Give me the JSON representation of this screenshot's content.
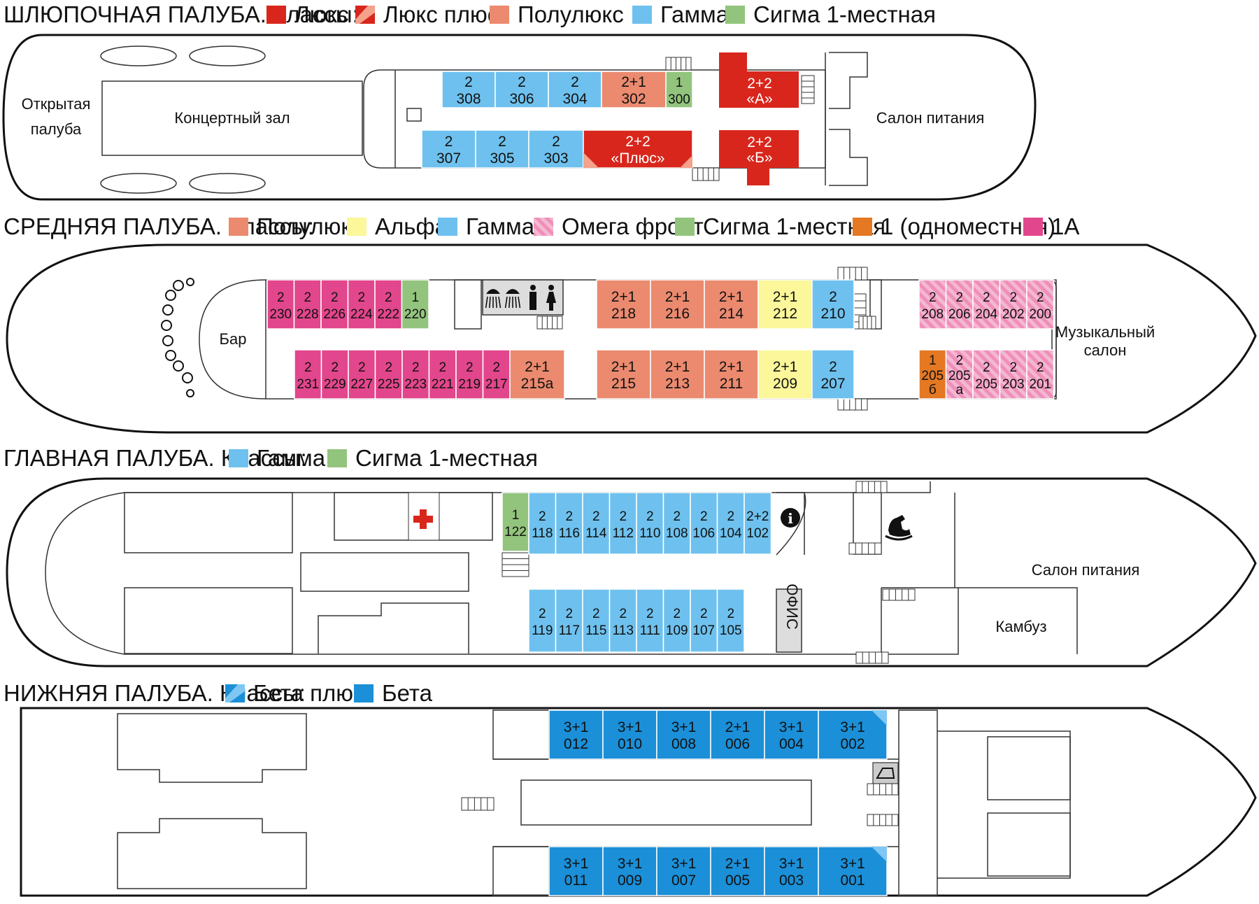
{
  "decks": [
    {
      "title": "ШЛЮПОЧНАЯ ПАЛУБА. Классы:",
      "legend": [
        {
          "label": "Люкс",
          "color": "#d9261c",
          "pattern": "solid"
        },
        {
          "label": "Люкс плюс",
          "color": "#d9261c",
          "pattern": "split"
        },
        {
          "label": "Полулюкс",
          "color": "#eb8a6f",
          "pattern": "solid"
        },
        {
          "label": "Гамма",
          "color": "#6ec1ee",
          "pattern": "solid"
        },
        {
          "label": "Сигма 1-местная",
          "color": "#93c47d",
          "pattern": "solid"
        }
      ],
      "rooms": {
        "open_deck_1": "Открытая",
        "open_deck_2": "палуба",
        "concert_hall": "Концертный зал",
        "dining": "Салон питания"
      },
      "cabins_top": [
        {
          "cap": "2",
          "num": "308",
          "color": "#6ec1ee"
        },
        {
          "cap": "2",
          "num": "306",
          "color": "#6ec1ee"
        },
        {
          "cap": "2",
          "num": "304",
          "color": "#6ec1ee"
        },
        {
          "cap": "2+1",
          "num": "302",
          "color": "#eb8a6f"
        },
        {
          "cap": "1",
          "num": "300",
          "color": "#93c47d"
        }
      ],
      "cabins_bottom": [
        {
          "cap": "2",
          "num": "307",
          "color": "#6ec1ee"
        },
        {
          "cap": "2",
          "num": "305",
          "color": "#6ec1ee"
        },
        {
          "cap": "2",
          "num": "303",
          "color": "#6ec1ee"
        },
        {
          "cap": "2+2",
          "num": "«Плюс»",
          "color": "#d9261c"
        }
      ],
      "suite_a": {
        "cap": "2+2",
        "num": "«А»",
        "color": "#d9261c"
      },
      "suite_b": {
        "cap": "2+2",
        "num": "«Б»",
        "color": "#d9261c"
      }
    },
    {
      "title": "СРЕДНЯЯ ПАЛУБА. Классы:",
      "legend": [
        {
          "label": "Полулюкс",
          "color": "#eb8a6f",
          "pattern": "solid"
        },
        {
          "label": "Альфа",
          "color": "#fbf79a",
          "pattern": "solid"
        },
        {
          "label": "Гамма",
          "color": "#6ec1ee",
          "pattern": "solid"
        },
        {
          "label": "Омега фронт",
          "color": "#f4b8d2",
          "pattern": "stripe"
        },
        {
          "label": "Сигма 1-местная",
          "color": "#93c47d",
          "pattern": "solid"
        },
        {
          "label": "1 (одноместная)",
          "color": "#e47823",
          "pattern": "solid"
        },
        {
          "label": "1А",
          "color": "#e2468c",
          "pattern": "solid"
        }
      ],
      "rooms": {
        "bar": "Бар",
        "music_1": "Музыкальный",
        "music_2": "салон"
      },
      "aft_top": [
        {
          "cap": "2",
          "num": "230",
          "color": "#e2468c"
        },
        {
          "cap": "2",
          "num": "228",
          "color": "#e2468c"
        },
        {
          "cap": "2",
          "num": "226",
          "color": "#e2468c"
        },
        {
          "cap": "2",
          "num": "224",
          "color": "#e2468c"
        },
        {
          "cap": "2",
          "num": "222",
          "color": "#e2468c"
        },
        {
          "cap": "1",
          "num": "220",
          "color": "#93c47d"
        }
      ],
      "aft_bottom": [
        {
          "cap": "2",
          "num": "231",
          "color": "#e2468c"
        },
        {
          "cap": "2",
          "num": "229",
          "color": "#e2468c"
        },
        {
          "cap": "2",
          "num": "227",
          "color": "#e2468c"
        },
        {
          "cap": "2",
          "num": "225",
          "color": "#e2468c"
        },
        {
          "cap": "2",
          "num": "223",
          "color": "#e2468c"
        },
        {
          "cap": "2",
          "num": "221",
          "color": "#e2468c"
        },
        {
          "cap": "2",
          "num": "219",
          "color": "#e2468c"
        },
        {
          "cap": "2",
          "num": "217",
          "color": "#e2468c"
        },
        {
          "cap": "2+1",
          "num": "215а",
          "color": "#eb8a6f"
        }
      ],
      "mid_top": [
        {
          "cap": "2+1",
          "num": "218",
          "color": "#eb8a6f"
        },
        {
          "cap": "2+1",
          "num": "216",
          "color": "#eb8a6f"
        },
        {
          "cap": "2+1",
          "num": "214",
          "color": "#eb8a6f"
        },
        {
          "cap": "2+1",
          "num": "212",
          "color": "#fbf79a"
        },
        {
          "cap": "2",
          "num": "210",
          "color": "#6ec1ee"
        }
      ],
      "mid_bottom": [
        {
          "cap": "2+1",
          "num": "215",
          "color": "#eb8a6f"
        },
        {
          "cap": "2+1",
          "num": "213",
          "color": "#eb8a6f"
        },
        {
          "cap": "2+1",
          "num": "211",
          "color": "#eb8a6f"
        },
        {
          "cap": "2+1",
          "num": "209",
          "color": "#fbf79a"
        },
        {
          "cap": "2",
          "num": "207",
          "color": "#6ec1ee"
        }
      ],
      "fwd_top": [
        {
          "cap": "2",
          "num": "208",
          "color": "#f4b8d2"
        },
        {
          "cap": "2",
          "num": "206",
          "color": "#f4b8d2"
        },
        {
          "cap": "2",
          "num": "204",
          "color": "#f4b8d2"
        },
        {
          "cap": "2",
          "num": "202",
          "color": "#f4b8d2"
        },
        {
          "cap": "2",
          "num": "200",
          "color": "#f4b8d2"
        }
      ],
      "fwd_bottom": [
        {
          "cap": "1",
          "num": "205",
          "num2": "б",
          "color": "#e47823"
        },
        {
          "cap": "2",
          "num": "205",
          "num2": "а",
          "color": "#f4b8d2"
        },
        {
          "cap": "2",
          "num": "205",
          "color": "#f4b8d2"
        },
        {
          "cap": "2",
          "num": "203",
          "color": "#f4b8d2"
        },
        {
          "cap": "2",
          "num": "201",
          "color": "#f4b8d2"
        }
      ]
    },
    {
      "title": "ГЛАВНАЯ ПАЛУБА. Классы:",
      "legend": [
        {
          "label": "Гамма",
          "color": "#6ec1ee",
          "pattern": "solid"
        },
        {
          "label": "Сигма 1-местная",
          "color": "#93c47d",
          "pattern": "solid"
        }
      ],
      "rooms": {
        "dining": "Салон питания",
        "galley": "Камбуз",
        "office": "ОФИС",
        "info_symbol": "i"
      },
      "top": [
        {
          "cap": "1",
          "num": "122",
          "color": "#93c47d"
        },
        {
          "cap": "2",
          "num": "118",
          "color": "#6ec1ee"
        },
        {
          "cap": "2",
          "num": "116",
          "color": "#6ec1ee"
        },
        {
          "cap": "2",
          "num": "114",
          "color": "#6ec1ee"
        },
        {
          "cap": "2",
          "num": "112",
          "color": "#6ec1ee"
        },
        {
          "cap": "2",
          "num": "110",
          "color": "#6ec1ee"
        },
        {
          "cap": "2",
          "num": "108",
          "color": "#6ec1ee"
        },
        {
          "cap": "2",
          "num": "106",
          "color": "#6ec1ee"
        },
        {
          "cap": "2",
          "num": "104",
          "color": "#6ec1ee"
        },
        {
          "cap": "2+2",
          "num": "102",
          "color": "#6ec1ee"
        }
      ],
      "bottom": [
        {
          "cap": "2",
          "num": "119",
          "color": "#6ec1ee"
        },
        {
          "cap": "2",
          "num": "117",
          "color": "#6ec1ee"
        },
        {
          "cap": "2",
          "num": "115",
          "color": "#6ec1ee"
        },
        {
          "cap": "2",
          "num": "113",
          "color": "#6ec1ee"
        },
        {
          "cap": "2",
          "num": "111",
          "color": "#6ec1ee"
        },
        {
          "cap": "2",
          "num": "109",
          "color": "#6ec1ee"
        },
        {
          "cap": "2",
          "num": "107",
          "color": "#6ec1ee"
        },
        {
          "cap": "2",
          "num": "105",
          "color": "#6ec1ee"
        }
      ]
    },
    {
      "title": "НИЖНЯЯ ПАЛУБА. Классы:",
      "legend": [
        {
          "label": "Бета плюс",
          "color": "#1b8fd8",
          "pattern": "split"
        },
        {
          "label": "Бета",
          "color": "#1b8fd8",
          "pattern": "solid"
        }
      ],
      "top": [
        {
          "cap": "3+1",
          "num": "012",
          "color": "#1b8fd8"
        },
        {
          "cap": "3+1",
          "num": "010",
          "color": "#1b8fd8"
        },
        {
          "cap": "3+1",
          "num": "008",
          "color": "#1b8fd8"
        },
        {
          "cap": "2+1",
          "num": "006",
          "color": "#1b8fd8"
        },
        {
          "cap": "3+1",
          "num": "004",
          "color": "#1b8fd8"
        },
        {
          "cap": "3+1",
          "num": "002",
          "color": "#1b8fd8",
          "plus": true
        }
      ],
      "bottom": [
        {
          "cap": "3+1",
          "num": "011",
          "color": "#1b8fd8"
        },
        {
          "cap": "3+1",
          "num": "009",
          "color": "#1b8fd8"
        },
        {
          "cap": "3+1",
          "num": "007",
          "color": "#1b8fd8"
        },
        {
          "cap": "2+1",
          "num": "005",
          "color": "#1b8fd8"
        },
        {
          "cap": "3+1",
          "num": "003",
          "color": "#1b8fd8"
        },
        {
          "cap": "3+1",
          "num": "001",
          "color": "#1b8fd8",
          "plus": true
        }
      ]
    }
  ]
}
